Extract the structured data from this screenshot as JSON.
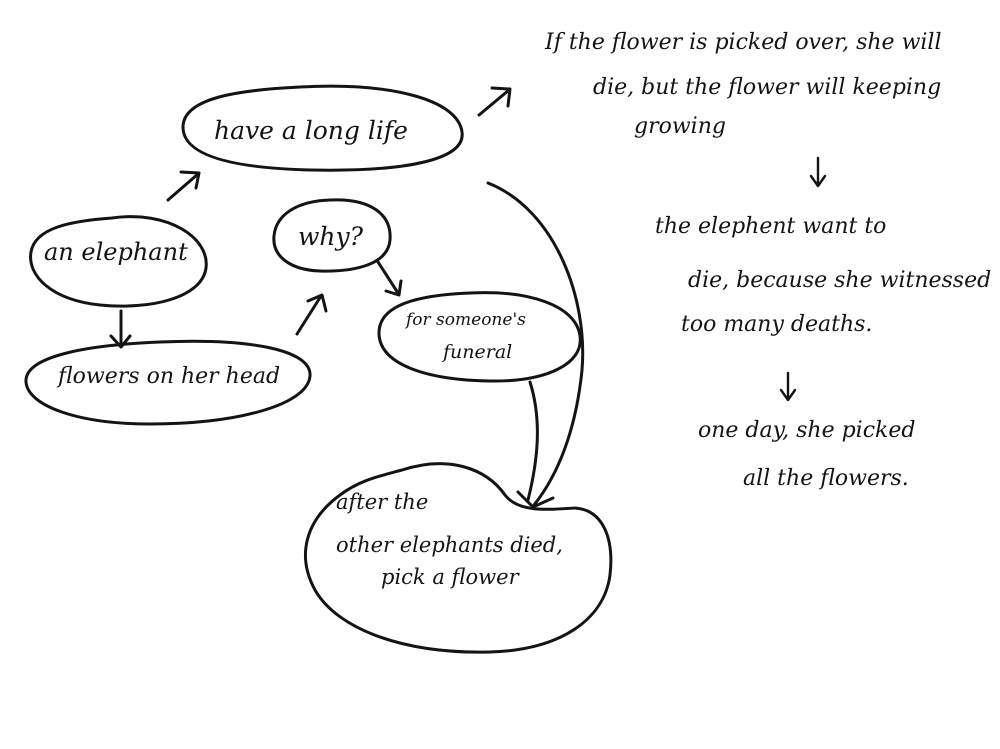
{
  "nodes": {
    "elephant": "an elephant",
    "long_life": "have a long life",
    "why": "why?",
    "flowers": "flowers on her head",
    "funeral": [
      "for someone's",
      "funeral"
    ],
    "after": [
      "after the",
      "other elephants died,",
      "pick a flower"
    ]
  },
  "notes": [
    "If the flower is picked over, she will",
    "die, but the flower will keeping",
    "growing",
    "the elephent want to",
    "die, because she witnessed",
    "too many deaths.",
    "one day, she picked",
    "all the flowers."
  ],
  "colors": {
    "ink": "#141414",
    "paper": "#ffffff"
  }
}
